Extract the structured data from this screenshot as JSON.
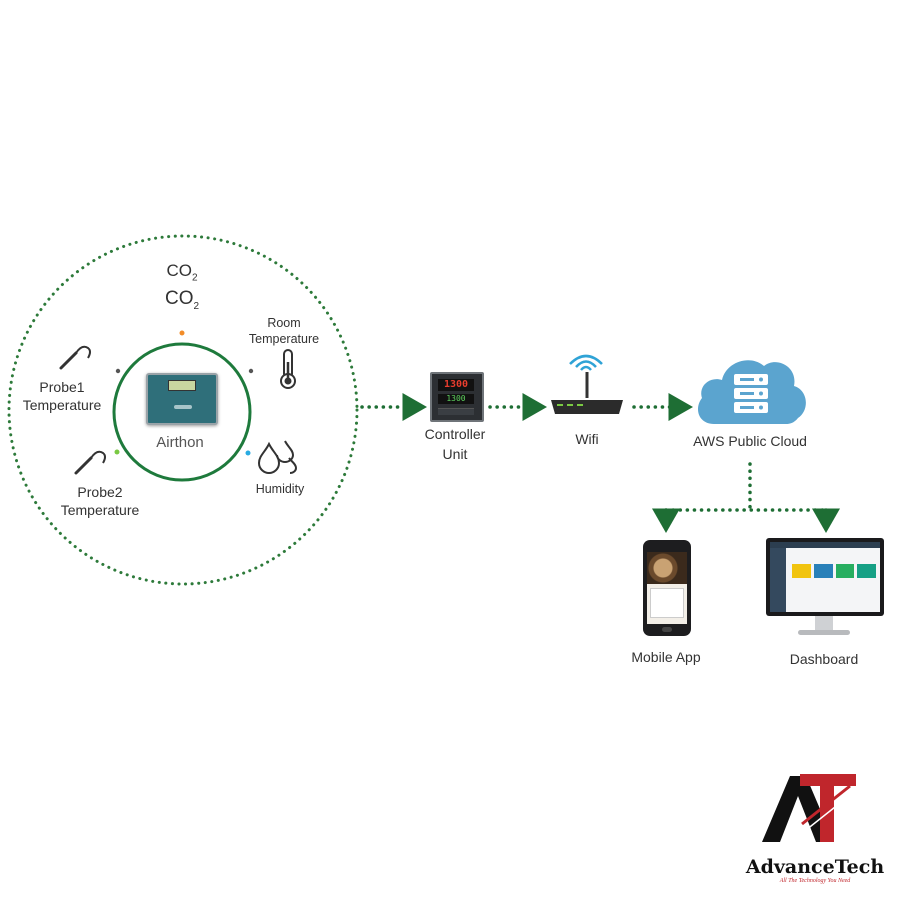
{
  "sensors": {
    "co2_a": {
      "main": "CO",
      "sub": "2"
    },
    "co2_b": {
      "main": "CO",
      "sub": "2"
    },
    "room_temp": [
      "Room",
      "Temperature"
    ],
    "probe1": [
      "Probe1",
      "Temperature"
    ],
    "probe2": [
      "Probe2",
      "Temperature"
    ],
    "humidity": "Humidity",
    "device_label": "Airthon"
  },
  "flow": {
    "controller": [
      "Controller",
      "Unit"
    ],
    "controller_display": [
      "1300",
      "1300"
    ],
    "wifi": "Wifi",
    "cloud": "AWS Public Cloud"
  },
  "outputs": {
    "mobile": "Mobile App",
    "dashboard": "Dashboard"
  },
  "brand": {
    "name": "AdvanceTech",
    "tagline": "All The Technology You Need"
  },
  "colors": {
    "accent_green": "#1e7a3c",
    "dotted_green": "#2d7a3a",
    "cloud_blue": "#5ba4cf",
    "brand_red": "#c0262c"
  }
}
